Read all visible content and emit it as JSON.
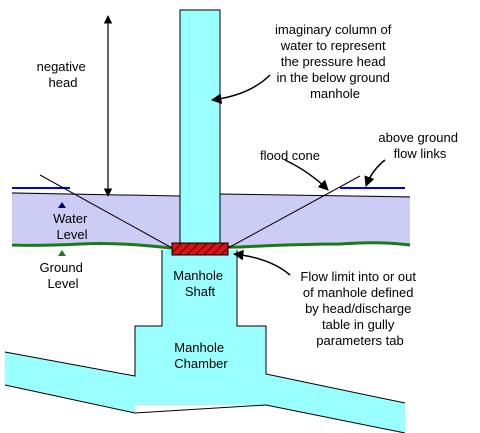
{
  "colors": {
    "cyan_fill": "#99ffff",
    "water_fill": "#ccccf4",
    "ground_line": "#1a7a1a",
    "above_ground_link": "#0000ee",
    "flow_limit_red": "#dd1111",
    "outline": "#000000"
  },
  "labels": {
    "negative_head": [
      "negative",
      "head"
    ],
    "imaginary_column": [
      "imaginary column of",
      "water to represent",
      "the pressure head",
      "in the below ground",
      "manhole"
    ],
    "above_ground_links": [
      "above ground",
      "flow links"
    ],
    "flood_cone": "flood cone",
    "water_level": [
      "Water",
      "Level"
    ],
    "ground_level": [
      "Ground",
      "Level"
    ],
    "manhole_shaft": [
      "Manhole",
      "Shaft"
    ],
    "manhole_chamber": [
      "Manhole",
      "Chamber"
    ],
    "flow_limit": [
      "Flow limit into or out",
      "of manhole defined",
      "by head/discharge",
      "table in gully",
      "parameters tab"
    ]
  }
}
